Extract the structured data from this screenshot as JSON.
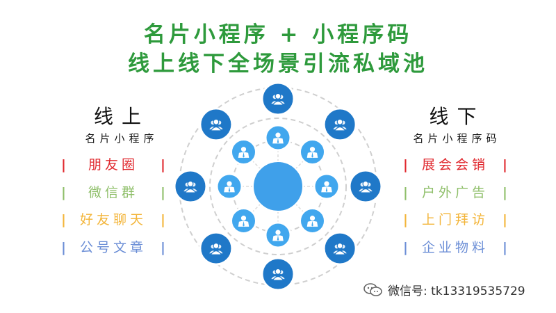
{
  "title": {
    "line1": "名片小程序 + 小程序码",
    "line2": "线上线下全场景引流私域池"
  },
  "left": {
    "heading": "线上",
    "subheading": "名片小程序",
    "items": [
      {
        "label": "朋友圈",
        "color": "#e0282e"
      },
      {
        "label": "微信群",
        "color": "#8fbf6a"
      },
      {
        "label": "好友聊天",
        "color": "#f3b53a"
      },
      {
        "label": "公号文章",
        "color": "#6b8ed6"
      }
    ]
  },
  "right": {
    "heading": "线下",
    "subheading": "名片小程序码",
    "items": [
      {
        "label": "展会会销",
        "color": "#e0282e"
      },
      {
        "label": "户外广告",
        "color": "#8fbf6a"
      },
      {
        "label": "上门拜访",
        "color": "#f3b53a"
      },
      {
        "label": "企业物料",
        "color": "#6b8ed6"
      }
    ]
  },
  "diagram": {
    "outer_nodes": 8,
    "inner_nodes": 8,
    "colors": {
      "outer_node": "#1f78c8",
      "inner_node": "#41a7ee",
      "center": "#3fa0ea",
      "ring": "#cfcfcf",
      "title": "#2e9a3c"
    },
    "icons": {
      "outer": "user-group-icon",
      "inner": "business-person-icon"
    }
  },
  "watermark": {
    "text": "微信号: tk13319535729",
    "icon": "wechat-icon"
  }
}
